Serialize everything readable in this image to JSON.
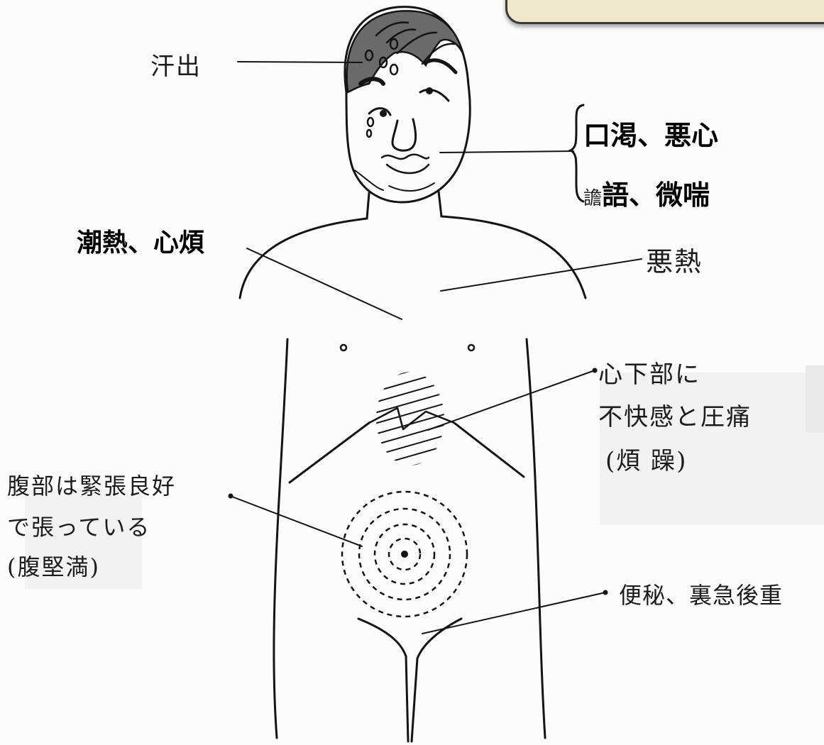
{
  "labels": {
    "sweat": "汗出",
    "thirst_nausea": "口渇、悪心",
    "delirium_prefix": "譫",
    "delirium_rest": "語、微喘",
    "fever_irritability": "潮熱、心煩",
    "aversion_heat": "悪熱",
    "epigastric_line1": "心下部に",
    "epigastric_line2": "不快感と圧痛",
    "epigastric_line3": "(煩 躁)",
    "abdomen_line1": "腹部は緊張良好",
    "abdomen_line2": "で張っている",
    "abdomen_line3": "(腹堅満)",
    "constipation": "便秘、裏急後重"
  }
}
